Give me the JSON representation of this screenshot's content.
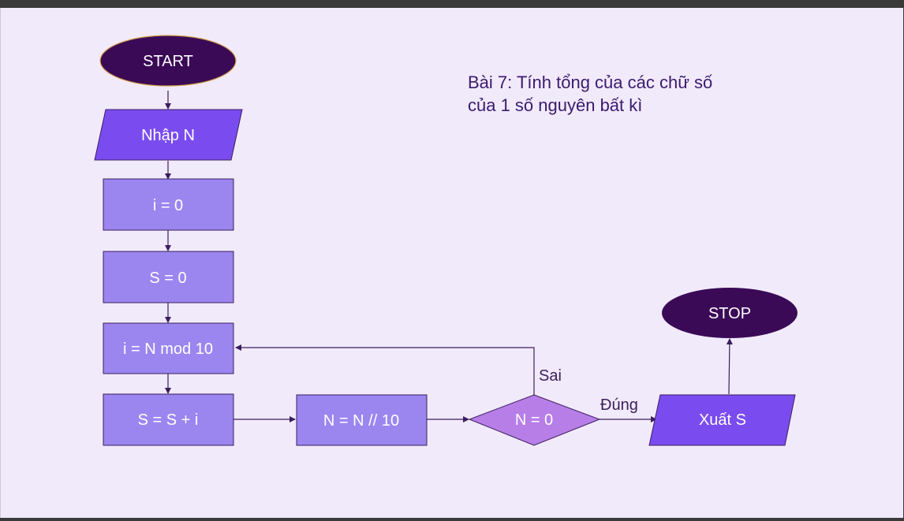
{
  "title": {
    "line1": "Bài 7: Tính tổng của các chữ số",
    "line2": "của 1 số nguyên bất kì"
  },
  "nodes": {
    "start": "START",
    "input_n": "Nhập N",
    "init_i": "i = 0",
    "init_s": "S = 0",
    "mod_step": "i = N mod 10",
    "sum_step": "S = S + i",
    "div_step": "N = N // 10",
    "condition": "N = 0",
    "output_s": "Xuất S",
    "stop": "STOP"
  },
  "edge_labels": {
    "false_branch": "Sai",
    "true_branch": "Đúng"
  },
  "colors": {
    "terminal": "#3b0a57",
    "terminal_border": "#d4a24c",
    "io": "#7a4cf0",
    "process": "#9b86f0",
    "decision": "#b77ee8",
    "arrow": "#3b1f5c",
    "background": "#f1eafb"
  }
}
